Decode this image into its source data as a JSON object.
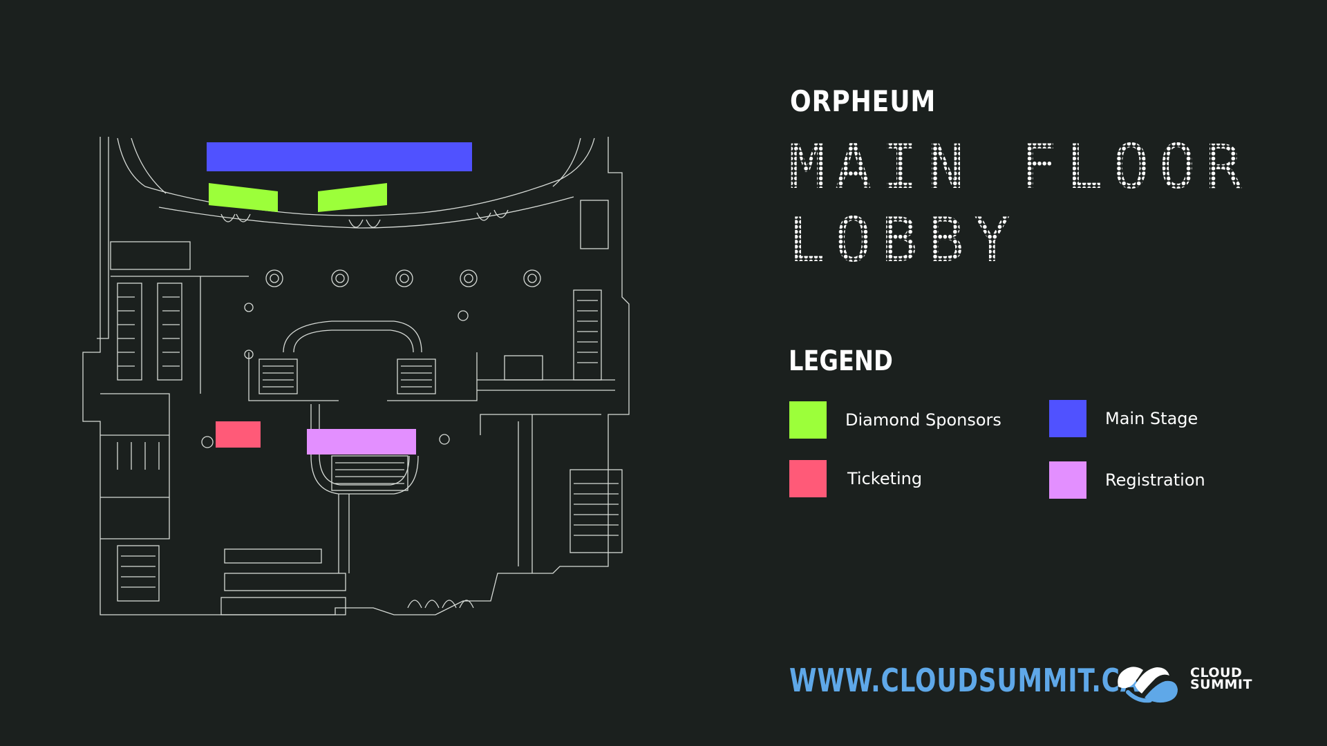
{
  "venue": "ORPHEUM",
  "title": {
    "line1": "MAIN FLOOR",
    "line2": "LOBBY"
  },
  "legend": {
    "title": "LEGEND",
    "items": [
      {
        "label": "Diamond Sponsors",
        "color": "#9cff3a"
      },
      {
        "label": "Main Stage",
        "color": "#5052ff"
      },
      {
        "label": "Ticketing",
        "color": "#ff5a78"
      },
      {
        "label": "Registration",
        "color": "#e38fff"
      }
    ]
  },
  "website": "WWW.CLOUDSUMMIT.CA",
  "logo": {
    "line1": "CLOUD",
    "line2": "SUMMIT"
  },
  "map_icons": {
    "logo": "cloud-summit-logo-icon"
  }
}
